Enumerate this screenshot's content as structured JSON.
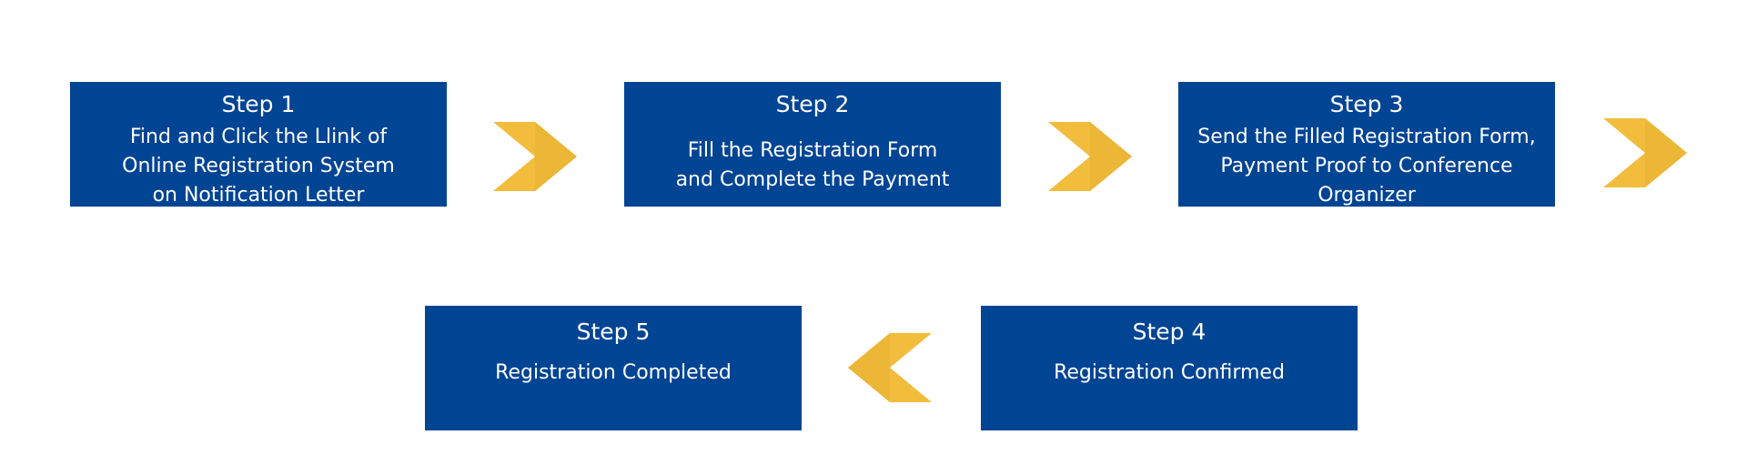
{
  "colors": {
    "box": "#004494",
    "text": "#ffffff",
    "arrow": "#F2BC3D",
    "arrow_shade": "#E8B232"
  },
  "steps": [
    {
      "title": "Step 1",
      "lines": [
        "Find and Click the Llink of",
        "Online Registration System",
        "on Notification Letter"
      ]
    },
    {
      "title": "Step 2",
      "lines": [
        "Fill the Registration Form",
        "and Complete the Payment"
      ]
    },
    {
      "title": "Step 3",
      "lines": [
        "Send the Filled Registration Form,",
        "Payment Proof to Conference",
        "Organizer"
      ]
    },
    {
      "title": "Step 4",
      "lines": [
        "Registration Confirmed"
      ]
    },
    {
      "title": "Step 5",
      "lines": [
        "Registration Completed"
      ]
    }
  ],
  "arrows": {
    "a1": {
      "icon": "chevron-right-icon"
    },
    "a2": {
      "icon": "chevron-right-icon"
    },
    "a3": {
      "icon": "chevron-right-icon"
    },
    "a4": {
      "icon": "chevron-left-icon"
    }
  }
}
